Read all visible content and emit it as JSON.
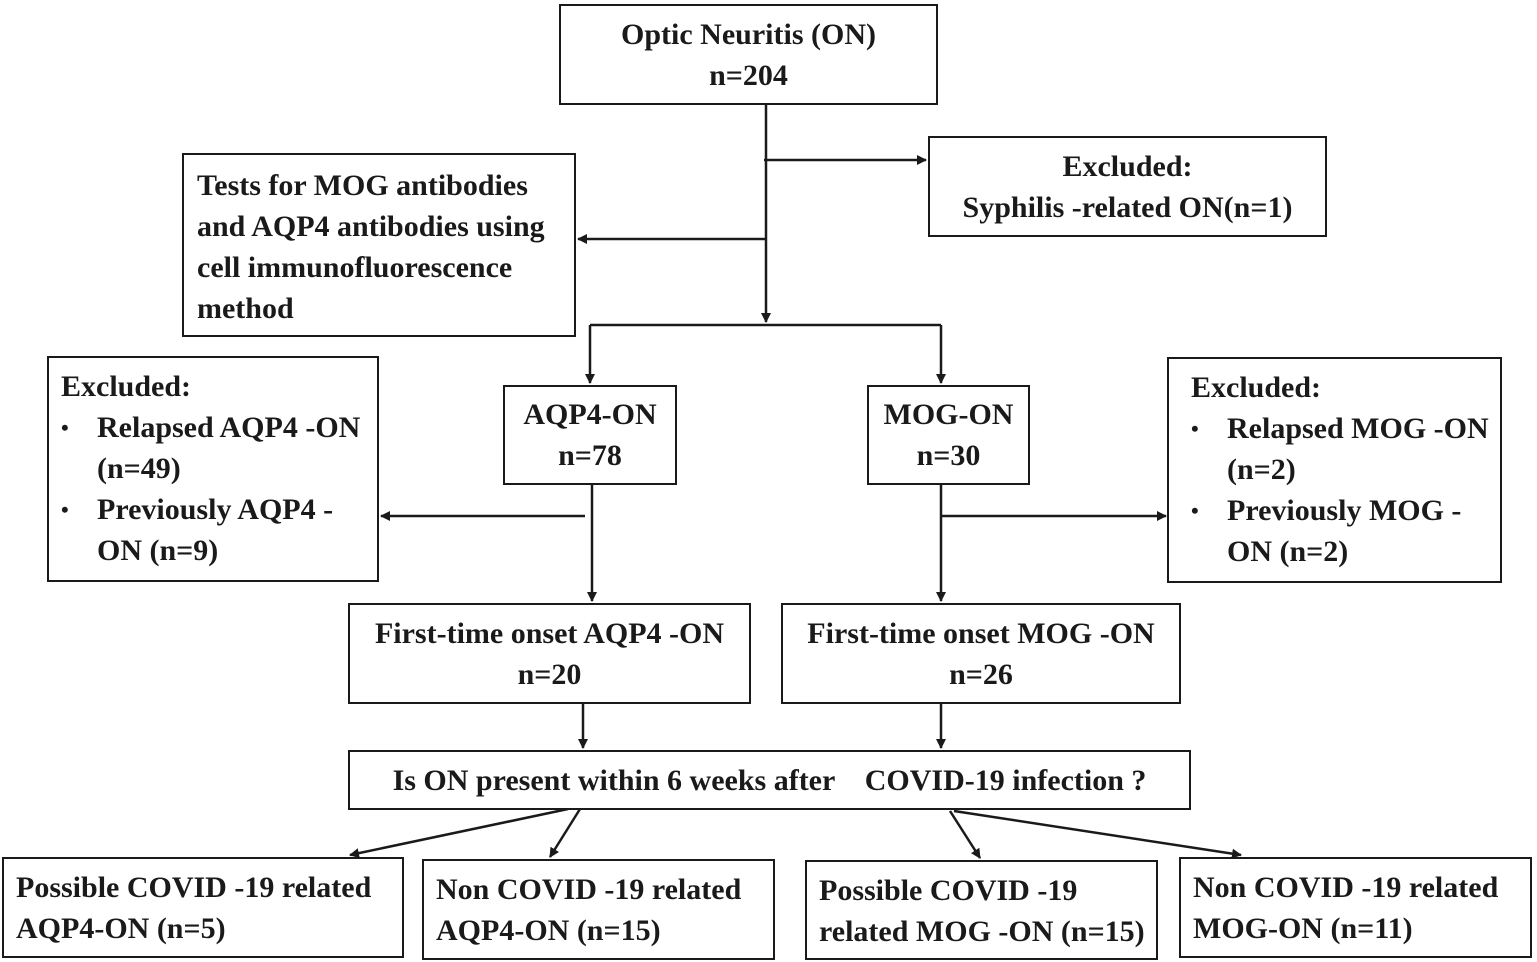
{
  "colors": {
    "stroke": "#1a1a1a",
    "background": "#ffffff"
  },
  "nodes": {
    "root": {
      "line1": "Optic Neuritis (ON)",
      "line2": "n=204"
    },
    "excluded_syphilis": {
      "line1": "Excluded:",
      "line2": "Syphilis -related ON(n=1)"
    },
    "tests": {
      "line1": "Tests for MOG antibodies",
      "line2": "and AQP4 antibodies using",
      "line3": "cell immunofluorescence",
      "line4": "method"
    },
    "aqp4_on": {
      "line1": "AQP4-ON",
      "line2": "n=78"
    },
    "mog_on": {
      "line1": "MOG-ON",
      "line2": "n=30"
    },
    "excluded_aqp4": {
      "title": "Excluded:",
      "bullets": [
        {
          "marker": "•",
          "line1": "Relapsed AQP4 -ON",
          "line2": "(n=49)"
        },
        {
          "marker": "•",
          "line1": "Previously AQP4 -",
          "line2": "ON (n=9)"
        }
      ]
    },
    "excluded_mog": {
      "title": "Excluded:",
      "bullets": [
        {
          "marker": "•",
          "line1": "Relapsed MOG -ON",
          "line2": "(n=2)"
        },
        {
          "marker": "•",
          "line1": "Previously MOG -",
          "line2": "ON (n=2)"
        }
      ]
    },
    "first_aqp4": {
      "line1": "First-time onset AQP4 -ON",
      "line2": "n=20"
    },
    "first_mog": {
      "line1": "First-time onset MOG -ON",
      "line2": "n=26"
    },
    "covid_question": {
      "line1": "Is ON present within 6 weeks after    COVID-19 infection ?"
    },
    "possible_aqp4": {
      "line1": "Possible COVID -19 related",
      "line2": "AQP4-ON (n=5)"
    },
    "non_aqp4": {
      "line1": "Non COVID -19 related",
      "line2": "AQP4-ON (n=15)"
    },
    "possible_mog": {
      "line1": "Possible COVID -19",
      "line2": "related MOG -ON (n=15)"
    },
    "non_mog": {
      "line1": "Non COVID -19 related",
      "line2": "MOG-ON (n=11)"
    }
  }
}
